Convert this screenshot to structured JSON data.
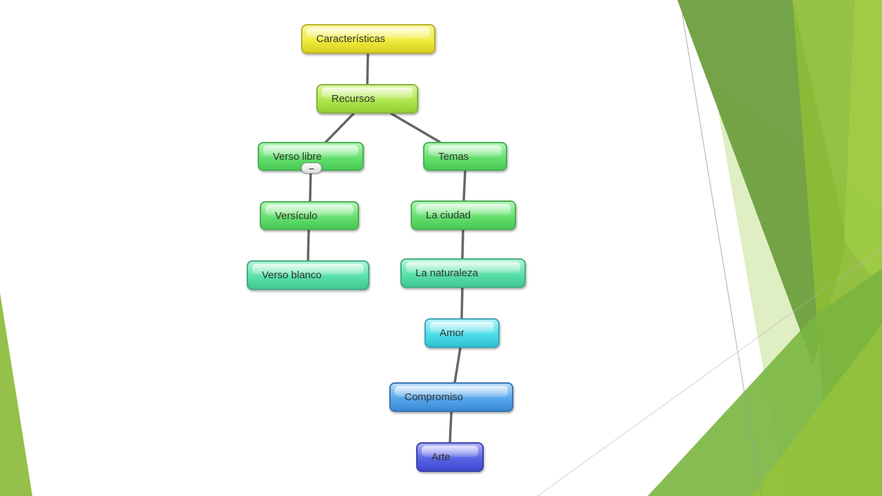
{
  "nodes": {
    "caracteristicas": "Características",
    "recursos": "Recursos",
    "verso_libre": "Verso libre",
    "temas": "Temas",
    "versiculo": "Versículo",
    "la_ciudad": "La ciudad",
    "verso_blanco": "Verso blanco",
    "la_naturaleza": "La naturaleza",
    "amor": "Amor",
    "compromiso": "Compromiso",
    "arte": "Arte"
  },
  "collapse_button": "–",
  "colors": {
    "yellow": "#f0ec40",
    "lime": "#b0e650",
    "green": "#66e070",
    "teal": "#5ae0aa",
    "cyan": "#4edde9",
    "blue": "#56a7ec",
    "violet": "#5a64e6",
    "theme_green_dark": "#6e9e3f",
    "theme_green": "#8ab935",
    "theme_green_light": "#cfe5a4",
    "connector": "#666666"
  }
}
